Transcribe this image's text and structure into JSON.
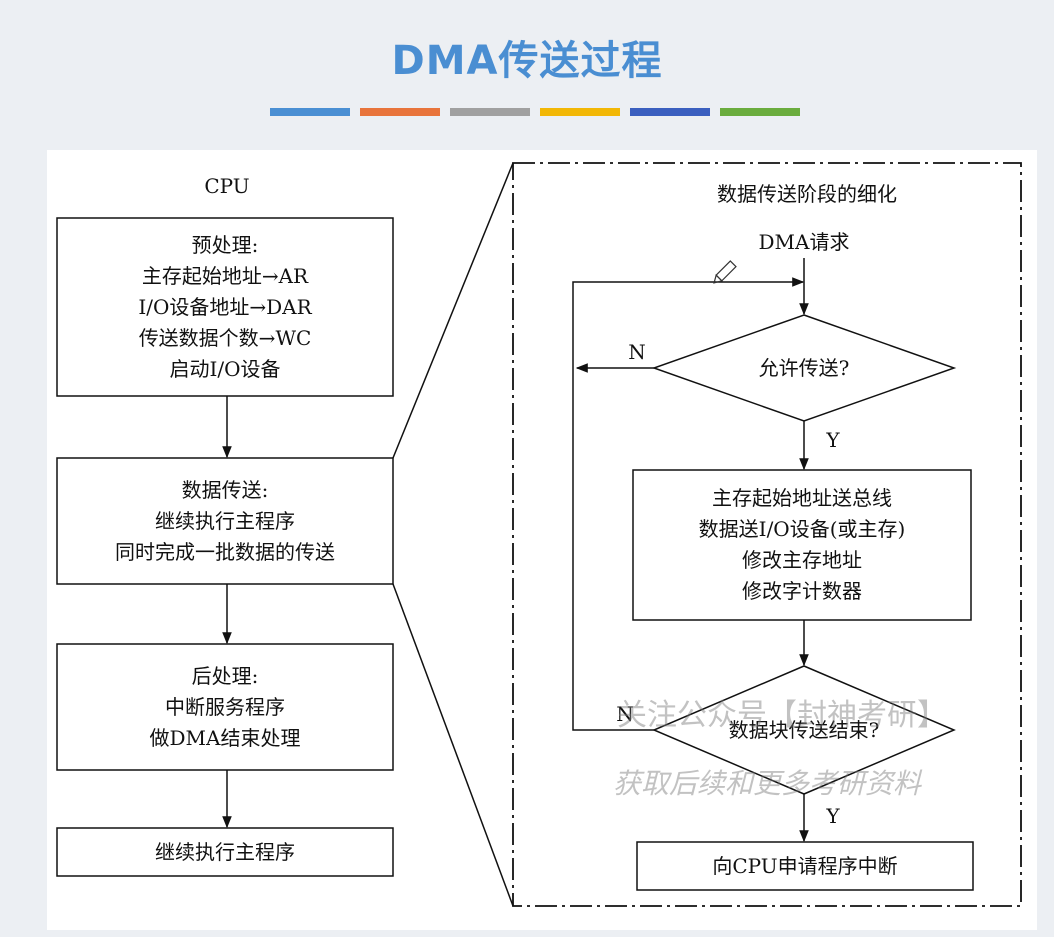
{
  "title": "DMA传送过程",
  "color_bars": [
    "#4a8fd3",
    "#e8743b",
    "#a0a0a0",
    "#f2b705",
    "#3b5fbf",
    "#6aac3d"
  ],
  "cpu_label": "CPU",
  "left_boxes": [
    {
      "lines": [
        "预处理:",
        "主存起始地址→AR",
        "I/O设备地址→DAR",
        "传送数据个数→WC",
        "启动I/O设备"
      ]
    },
    {
      "lines": [
        "数据传送:",
        "继续执行主程序",
        "同时完成一批数据的传送"
      ]
    },
    {
      "lines": [
        "后处理:",
        "中断服务程序",
        "做DMA结束处理"
      ]
    },
    {
      "lines": [
        "继续执行主程序"
      ]
    }
  ],
  "detail": {
    "title": "数据传送阶段的细化",
    "start": "DMA请求",
    "decision1": "允许传送?",
    "decision1_no": "N",
    "decision1_yes": "Y",
    "process_lines": [
      "主存起始地址送总线",
      "数据送I/O设备(或主存)",
      "修改主存地址",
      "修改字计数器"
    ],
    "decision2": "数据块传送结束?",
    "decision2_no": "N",
    "decision2_yes": "Y",
    "end": "向CPU申请程序中断"
  },
  "watermark": {
    "line1": "关注公众号【封神考研】",
    "line2": "获取后续和更多考研资料"
  }
}
